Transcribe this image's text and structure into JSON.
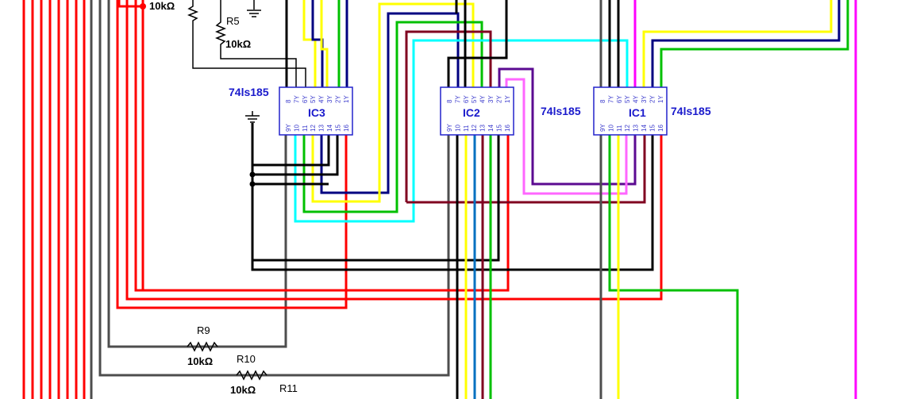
{
  "colors": {
    "red": "#ff0000",
    "black": "#000000",
    "gray": "#4d4d4d",
    "yellow": "#ffff00",
    "navy": "#000080",
    "green": "#00c000",
    "cyan": "#00ffff",
    "maroon": "#800020",
    "magenta": "#ff00ff",
    "pink": "#ff66ff",
    "purple": "#5b0a91",
    "blue": "#0000ff",
    "chip_text": "#1a1acc"
  },
  "chips": [
    {
      "name": "IC3",
      "part": "74ls185"
    },
    {
      "name": "IC2",
      "part": "74ls185"
    },
    {
      "name": "IC1",
      "part": "74ls185"
    }
  ],
  "pins": {
    "top": [
      "8",
      "7Y",
      "6Y",
      "5Y",
      "4Y",
      "3Y",
      "2Y",
      "1Y"
    ],
    "bottom": [
      "9Y",
      "10",
      "11",
      "12",
      "13",
      "14",
      "15",
      "16"
    ]
  },
  "resistors": [
    {
      "name": "",
      "value": "10kΩ"
    },
    {
      "name": "R5",
      "value": "10kΩ"
    },
    {
      "name": "R9",
      "value": "10kΩ"
    },
    {
      "name": "R10",
      "value": "10kΩ"
    },
    {
      "name": "R11",
      "value": ""
    }
  ]
}
